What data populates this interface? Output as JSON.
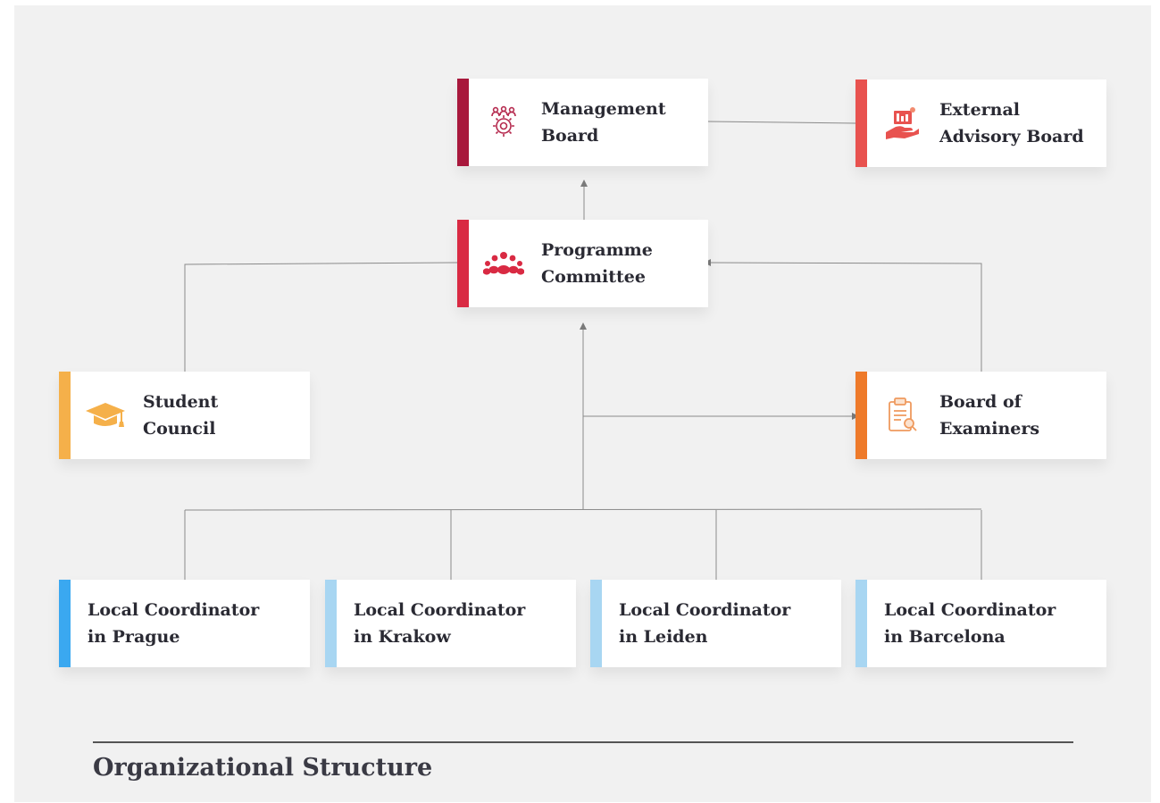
{
  "nodes": {
    "management_board": {
      "label": "Management\nBoard",
      "icon": "gear-people-icon",
      "color": "#a8183c"
    },
    "external_advisory_board": {
      "label": "External\nAdvisory Board",
      "icon": "hand-chart-icon",
      "color": "#e8524f"
    },
    "programme_committee": {
      "label": "Programme\nCommittee",
      "icon": "group-icon",
      "color": "#d92a43"
    },
    "student_council": {
      "label": "Student\nCouncil",
      "icon": "graduation-cap-icon",
      "color": "#f5b04a"
    },
    "board_of_examiners": {
      "label": "Board of\nExaminers",
      "icon": "clipboard-icon",
      "color": "#ee7a2a"
    },
    "coord_prague": {
      "label": "Local Coordinator\nin Prague",
      "color": "#3aa8f0"
    },
    "coord_krakow": {
      "label": "Local Coordinator\nin Krakow",
      "color": "#a8d6f2"
    },
    "coord_leiden": {
      "label": "Local Coordinator\nin Leiden",
      "color": "#a8d6f2"
    },
    "coord_barcelona": {
      "label": "Local Coordinator\nin Barcelona",
      "color": "#a8d6f2"
    }
  },
  "caption": "Organizational Structure"
}
